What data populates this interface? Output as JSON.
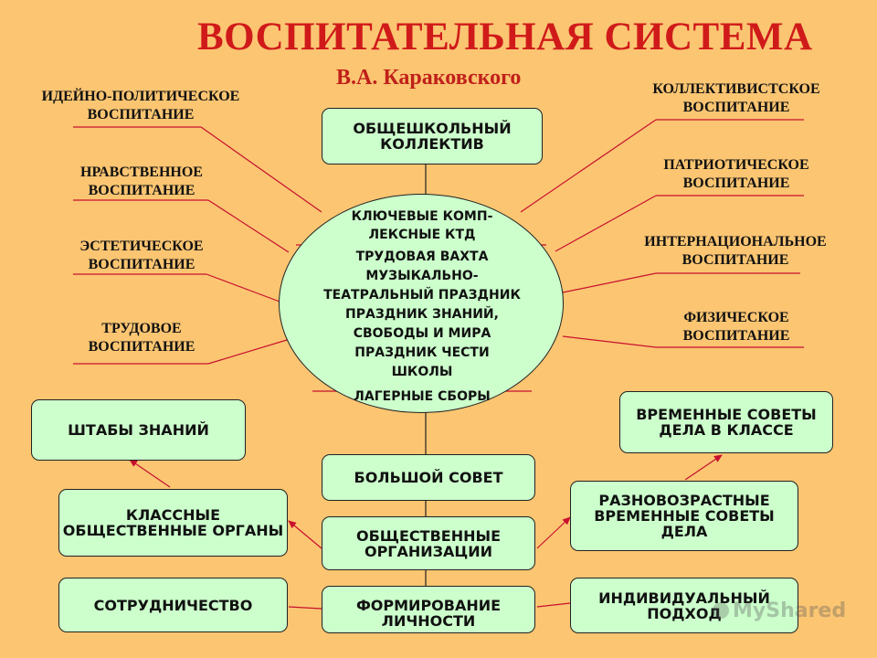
{
  "header": {
    "title": "ВОСПИТАТЕЛЬНАЯ СИСТЕМА",
    "subtitle": "В.А. Караковского"
  },
  "left_labels": [
    {
      "line1": "ИДЕЙНО-ПОЛИТИЧЕСКОЕ",
      "line2": "ВОСПИТАНИЕ"
    },
    {
      "line1": "НРАВСТВЕННОЕ",
      "line2": "ВОСПИТАНИЕ"
    },
    {
      "line1": "ЭСТЕТИЧЕСКОЕ",
      "line2": "ВОСПИТАНИЕ"
    },
    {
      "line1": "ТРУДОВОЕ",
      "line2": "ВОСПИТАНИЕ"
    }
  ],
  "right_labels": [
    {
      "line1": "КОЛЛЕКТИВИСТСКОЕ",
      "line2": "ВОСПИТАНИЕ"
    },
    {
      "line1": "ПАТРИОТИЧЕСКОЕ",
      "line2": "ВОСПИТАНИЕ"
    },
    {
      "line1": "ИНТЕРНАЦИОНАЛЬНОЕ",
      "line2": "ВОСПИТАНИЕ"
    },
    {
      "line1": "ФИЗИЧЕСКОЕ",
      "line2": "ВОСПИТАНИЕ"
    }
  ],
  "circle": {
    "lines": [
      "КЛЮЧЕВЫЕ КОМП-",
      "ЛЕКСНЫЕ КТД",
      "ТРУДОВАЯ ВАХТА",
      "МУЗЫКАЛЬНО-",
      "ТЕАТРАЛЬНЫЙ ПРАЗДНИК",
      "ПРАЗДНИК ЗНАНИЙ,",
      "СВОБОДЫ И МИРА",
      "ПРАЗДНИК ЧЕСТИ",
      "ШКОЛЫ",
      "ЛАГЕРНЫЕ СБОРЫ"
    ]
  },
  "boxes": {
    "school_collective": "Общешкольный коллектив",
    "big_council": "Большой совет",
    "public_organizations": "Общественные организации",
    "personality_formation": "Формирование личности",
    "knowledge_hq": "Штабы знаний",
    "class_public_bodies": "Классные общественные органы",
    "cooperation": "Сотрудничество",
    "temporary_class_councils": "Временные советы дела в классе",
    "mixed_age_councils": "Разновозрастные временные советы дела",
    "individual_approach": "Индивидуальный подход"
  },
  "watermark": "MyShared",
  "colors": {
    "background": "#FBC572",
    "box_fill": "#CCFFCC",
    "title": "#D01A1A",
    "connector": "#C8102E"
  }
}
